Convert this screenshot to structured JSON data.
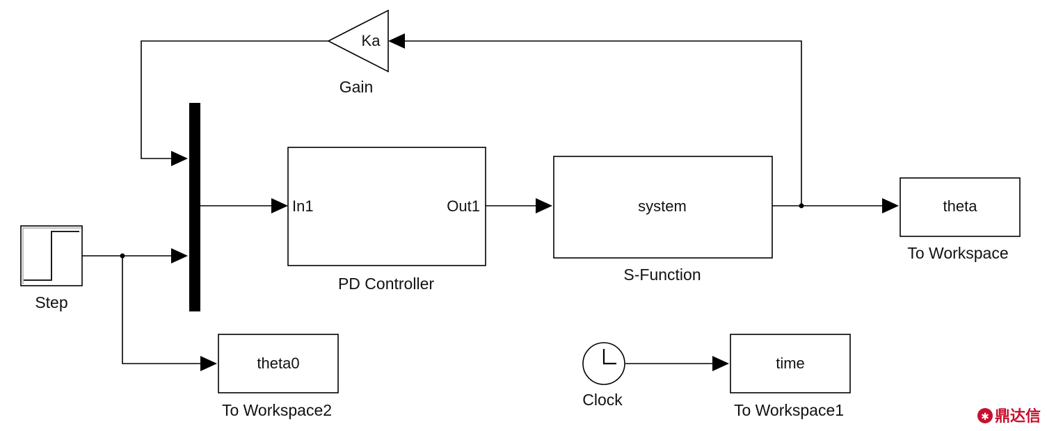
{
  "blocks": {
    "gain": {
      "value": "Ka",
      "label": "Gain"
    },
    "step": {
      "label": "Step"
    },
    "mux": {},
    "pd_controller": {
      "in_port": "In1",
      "out_port": "Out1",
      "label": "PD Controller"
    },
    "s_function": {
      "text": "system",
      "label": "S-Function"
    },
    "to_workspace": {
      "var": "theta",
      "label": "To Workspace"
    },
    "to_workspace2": {
      "var": "theta0",
      "label": "To Workspace2"
    },
    "clock": {
      "label": "Clock"
    },
    "to_workspace1": {
      "var": "time",
      "label": "To Workspace1"
    }
  },
  "watermark": {
    "text": "鼎达信",
    "color": "#c8102e"
  },
  "colors": {
    "line": "#000000",
    "background": "#ffffff"
  }
}
